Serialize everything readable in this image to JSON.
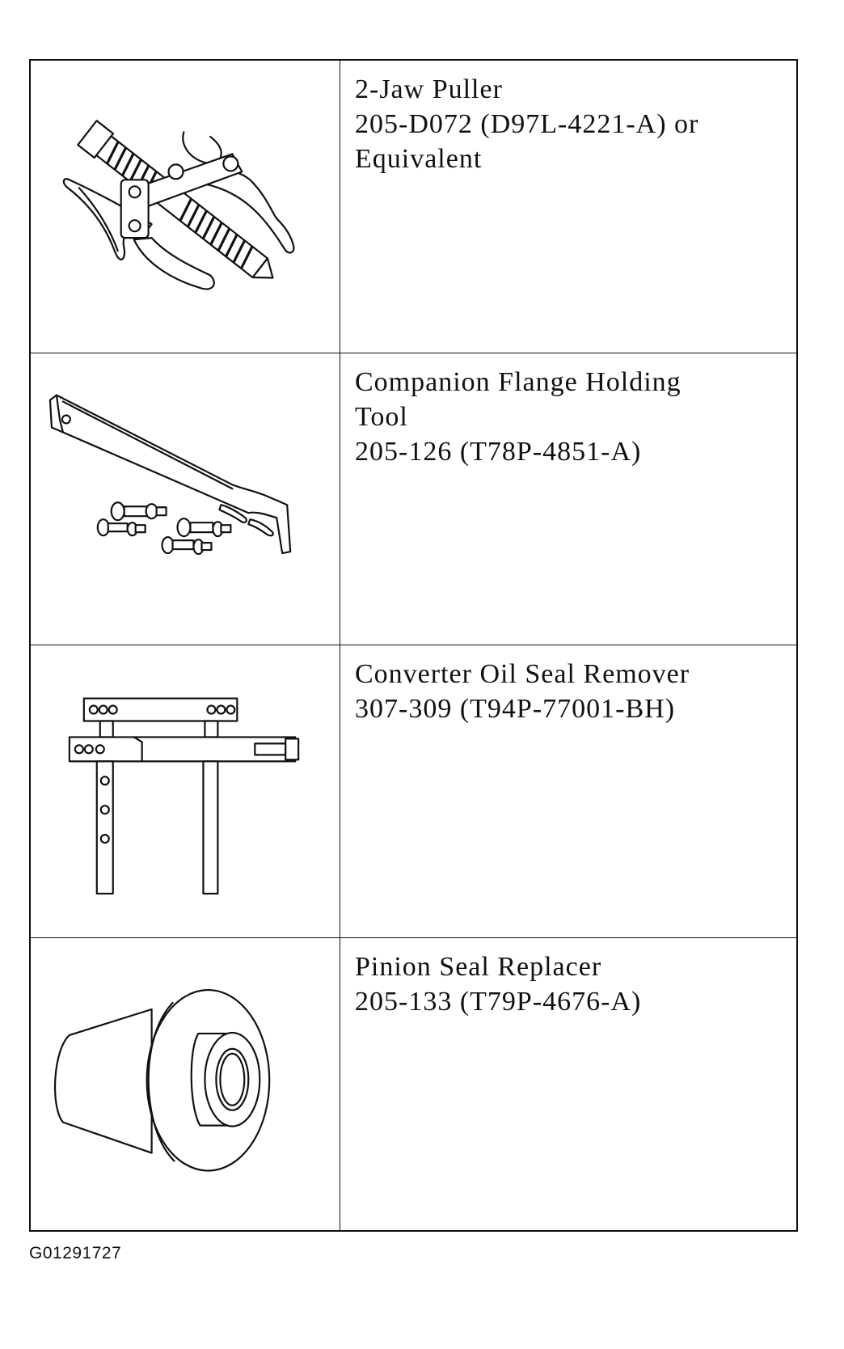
{
  "tools": [
    {
      "name": "2-Jaw Puller",
      "part_number": "205-D072 (D97L-4221-A) or\nEquivalent",
      "icon": "two-jaw-puller-illustration"
    },
    {
      "name": "Companion Flange Holding\nTool",
      "part_number": "205-126 (T78P-4851-A)",
      "icon": "flange-holding-tool-illustration"
    },
    {
      "name": "Converter Oil Seal Remover",
      "part_number": "307-309 (T94P-77001-BH)",
      "icon": "oil-seal-remover-illustration"
    },
    {
      "name": "Pinion Seal Replacer",
      "part_number": "205-133 (T79P-4676-A)",
      "icon": "pinion-seal-replacer-illustration"
    }
  ],
  "figure_id": "G01291727"
}
